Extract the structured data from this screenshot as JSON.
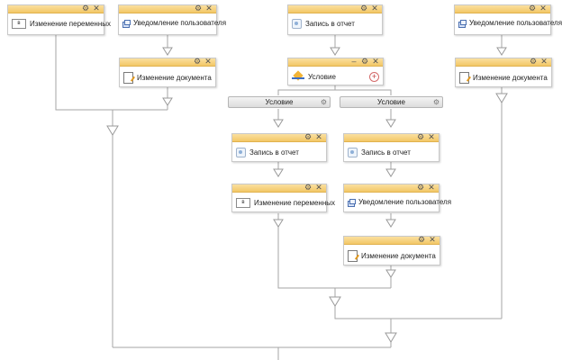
{
  "colors": {
    "header_top": "#fbe0a0",
    "header_bottom": "#f3c766",
    "connector": "#a6a6a6",
    "arrow_fill": "#ffffff"
  },
  "icons": {
    "settings": "⚙",
    "close": "✕",
    "minimize": "–",
    "add": "+"
  },
  "nodes": {
    "var1": {
      "label": "Изменение переменных",
      "icon": "variables-icon"
    },
    "notify1": {
      "label": "Уведомление пользователя",
      "icon": "notification-icon"
    },
    "doc1": {
      "label": "Изменение документа",
      "icon": "edit-document-icon"
    },
    "report1": {
      "label": "Запись в отчет",
      "icon": "report-icon"
    },
    "cond": {
      "label": "Условие",
      "icon": "condition-icon"
    },
    "notify2": {
      "label": "Уведомление пользователя",
      "icon": "notification-icon"
    },
    "doc2": {
      "label": "Изменение документа",
      "icon": "edit-document-icon"
    },
    "report2": {
      "label": "Запись в отчет",
      "icon": "report-icon"
    },
    "report3": {
      "label": "Запись в отчет",
      "icon": "report-icon"
    },
    "var2": {
      "label": "Изменение переменных",
      "icon": "variables-icon"
    },
    "notify3": {
      "label": "Уведомление пользователя",
      "icon": "notification-icon"
    },
    "doc3": {
      "label": "Изменение документа",
      "icon": "edit-document-icon"
    }
  },
  "branches": {
    "left": {
      "label": "Условие"
    },
    "right": {
      "label": "Условие"
    }
  }
}
